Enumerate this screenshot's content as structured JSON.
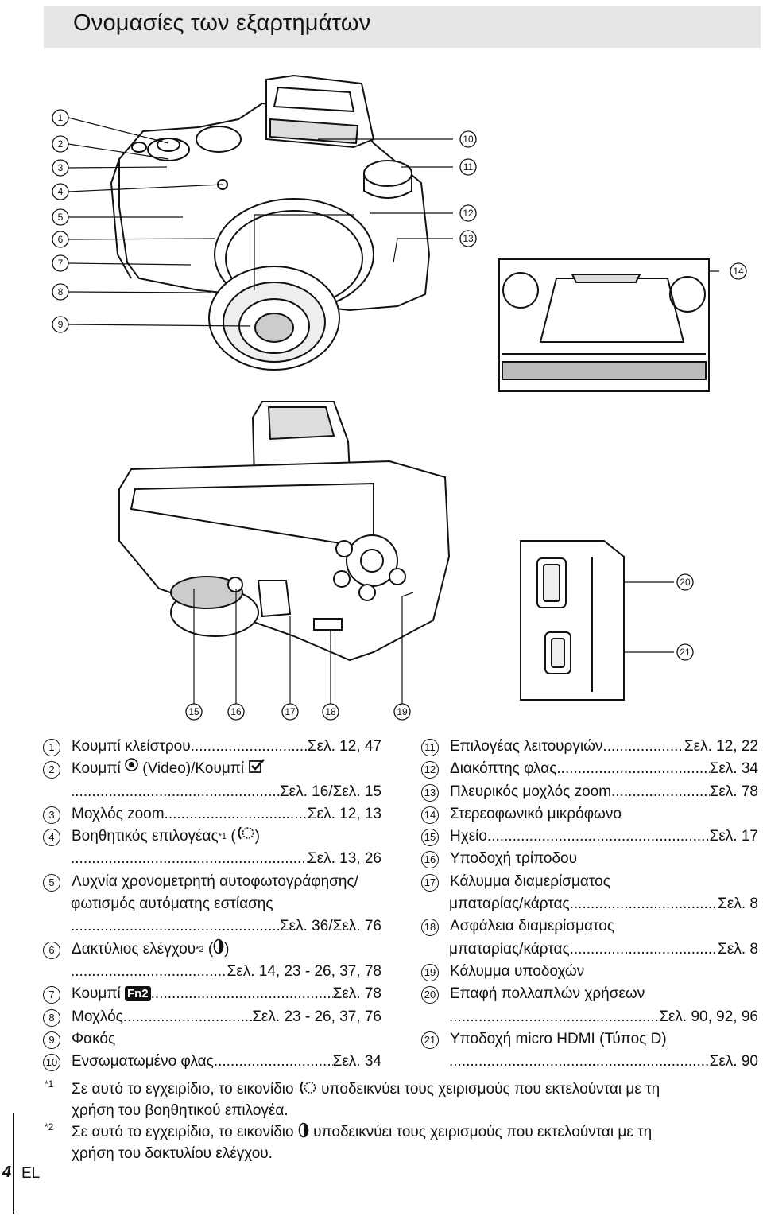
{
  "page": {
    "title": "Ονομασίες των εξαρτημάτων",
    "page_number": "4",
    "language": "EL"
  },
  "callouts_top": [
    "1",
    "2",
    "3",
    "4",
    "5",
    "6",
    "7",
    "8",
    "9"
  ],
  "callouts_right": [
    "10",
    "11",
    "12",
    "13",
    "14"
  ],
  "callouts_bottom": [
    "15",
    "16",
    "17",
    "18",
    "19"
  ],
  "callouts_ports": [
    "20",
    "21"
  ],
  "left_items": [
    {
      "n": "1",
      "label": "Κουμπί κλείστρου",
      "ref": "Σελ. 12, 47"
    },
    {
      "n": "2",
      "label": "Κουμπί",
      "label_b": "(Video)/Κουμπί",
      "ref2": "Σελ. 16/Σελ. 15"
    },
    {
      "n": "3",
      "label": "Μοχλός zoom",
      "ref": "Σελ. 12, 13"
    },
    {
      "n": "4",
      "label": "Βοηθητικός επιλογέας",
      "sup": "*1",
      "ref2": "Σελ. 13, 26"
    },
    {
      "n": "5",
      "label": "Λυχνία χρονομετρητή αυτοφωτογράφησης/",
      "label2": "φωτισμός αυτόματης εστίασης",
      "ref2": "Σελ. 36/Σελ. 76"
    },
    {
      "n": "6",
      "label": "Δακτύλιος ελέγχου",
      "sup": "*2",
      "ref2": "Σελ. 14, 23 - 26, 37, 78"
    },
    {
      "n": "7",
      "label": "Κουμπί",
      "fn": "Fn2",
      "ref": "Σελ. 78"
    },
    {
      "n": "8",
      "label": "Μοχλός",
      "ref": "Σελ. 23 - 26, 37, 76"
    },
    {
      "n": "9",
      "label": "Φακός"
    },
    {
      "n": "10",
      "label": "Ενσωματωμένο φλας",
      "ref": "Σελ. 34"
    }
  ],
  "right_items": [
    {
      "n": "11",
      "label": "Επιλογέας λειτουργιών",
      "ref": "Σελ. 12, 22"
    },
    {
      "n": "12",
      "label": "Διακόπτης φλας",
      "ref": "Σελ. 34"
    },
    {
      "n": "13",
      "label": "Πλευρικός μοχλός zoom",
      "ref": "Σελ. 78"
    },
    {
      "n": "14",
      "label": "Στερεοφωνικό μικρόφωνο"
    },
    {
      "n": "15",
      "label": "Ηχείο",
      "ref": "Σελ. 17"
    },
    {
      "n": "16",
      "label": "Υποδοχή τρίποδου"
    },
    {
      "n": "17",
      "label": "Κάλυμμα διαμερίσματος",
      "label2": "μπαταρίας/κάρτας",
      "ref": "Σελ. 8"
    },
    {
      "n": "18",
      "label": "Ασφάλεια διαμερίσματος",
      "label2": "μπαταρίας/κάρτας",
      "ref": "Σελ. 8"
    },
    {
      "n": "19",
      "label": "Κάλυμμα υποδοχών"
    },
    {
      "n": "20",
      "label": "Επαφή πολλαπλών χρήσεων",
      "ref2": "Σελ. 90, 92, 96"
    },
    {
      "n": "21",
      "label": "Υποδοχή micro HDMI (Τύπος D)",
      "ref2": "Σελ. 90"
    }
  ],
  "footnotes": [
    {
      "mark": "*1",
      "a": "Σε αυτό το εγχειρίδιο, το εικονίδιο",
      "b": "υποδεικνύει τους χειρισμούς που εκτελούνται με τη",
      "c": "χρήση του βοηθητικού επιλογέα."
    },
    {
      "mark": "*2",
      "a": "Σε αυτό το εγχειρίδιο, το εικονίδιο",
      "b": "υποδεικνύει τους χειρισμούς που εκτελούνται με τη",
      "c": "χρήση του δακτυλίου ελέγχου."
    }
  ]
}
